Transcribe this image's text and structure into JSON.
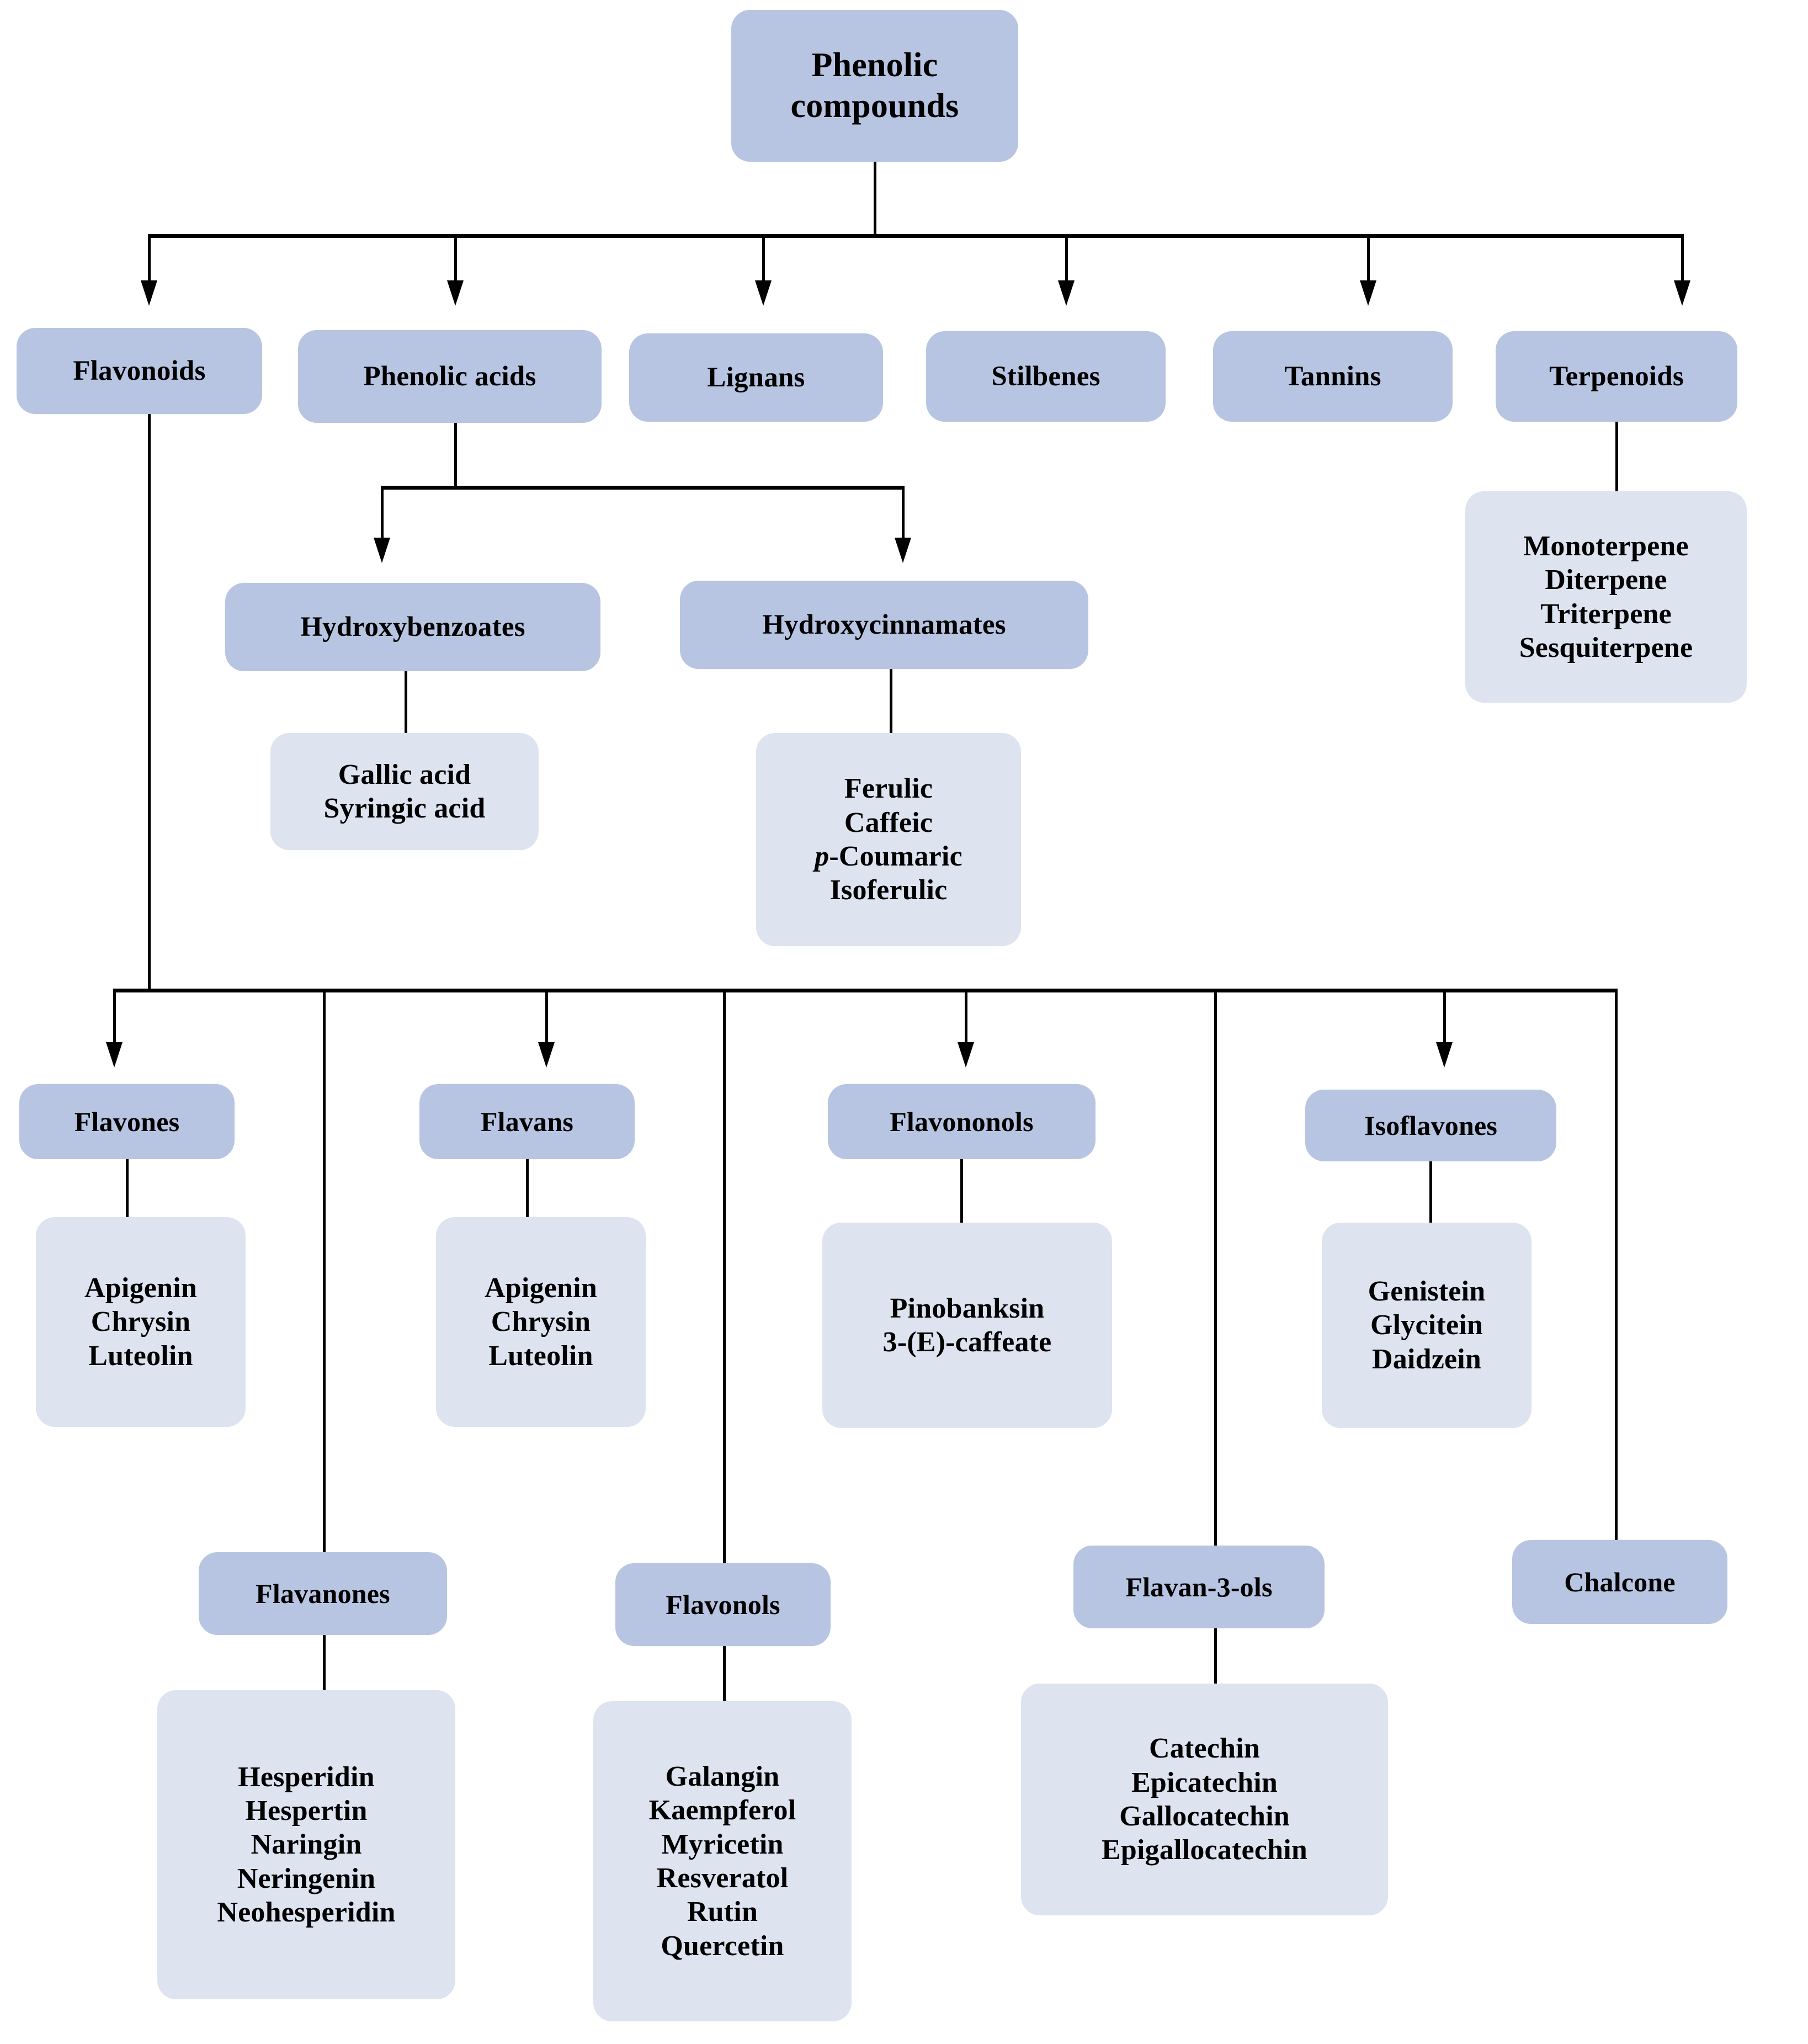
{
  "diagram": {
    "title": "Phenolic compounds classification",
    "colors": {
      "header_box": "#b7c5e2",
      "leaf_box": "#dde3ef",
      "connector": "#000000",
      "background": "#ffffff"
    },
    "root": {
      "label": "Phenolic compounds"
    },
    "level1": [
      {
        "label": "Flavonoids"
      },
      {
        "label": "Phenolic  acids"
      },
      {
        "label": "Lignans"
      },
      {
        "label": "Stilbenes"
      },
      {
        "label": "Tannins"
      },
      {
        "label": "Terpenoids"
      }
    ],
    "terpenoids_members": [
      "Monoterpene",
      "Diterpene",
      "Triterpene",
      "Sesquiterpene"
    ],
    "phenolic_acids_children": [
      {
        "label": "Hydroxybenzoates",
        "members": [
          "Gallic acid",
          "Syringic acid"
        ]
      },
      {
        "label": "Hydroxycinnamates",
        "members": [
          "Ferulic",
          "Caffeic",
          "p-Coumaric",
          "Isoferulic"
        ]
      }
    ],
    "flavonoid_children_upper": [
      {
        "label": "Flavones",
        "members": [
          "Apigenin",
          "Chrysin",
          "Luteolin"
        ]
      },
      {
        "label": "Flavans",
        "members": [
          "Apigenin",
          "Chrysin",
          "Luteolin"
        ]
      },
      {
        "label": "Flavononols",
        "members": [
          "Pinobanksin",
          "3-(E)-caffeate"
        ]
      },
      {
        "label": "Isoflavones",
        "members": [
          "Genistein",
          "Glycitein",
          "Daidzein"
        ]
      }
    ],
    "flavonoid_children_lower": [
      {
        "label": "Flavanones",
        "members": [
          "Hesperidin",
          "Hespertin",
          "Naringin",
          "Neringenin",
          "Neohesperidin"
        ]
      },
      {
        "label": "Flavonols",
        "members": [
          "Galangin",
          "Kaempferol",
          "Myricetin",
          "Resveratol",
          "Rutin",
          "Quercetin"
        ]
      },
      {
        "label": "Flavan-3-ols",
        "members": [
          "Catechin",
          "Epicatechin",
          "Gallocatechin",
          "Epigallocatechin"
        ]
      },
      {
        "label": "Chalcone",
        "members": []
      }
    ]
  }
}
